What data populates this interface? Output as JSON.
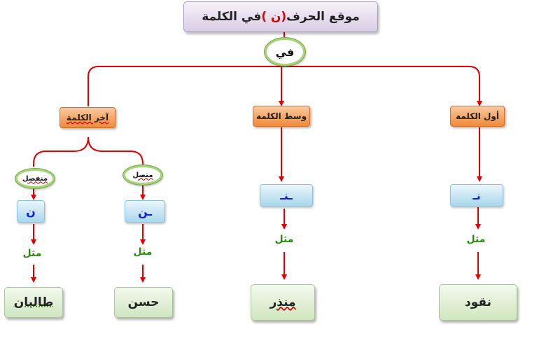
{
  "title": {
    "prefix": "موقع  الحرف ",
    "letter": "(ن )",
    "suffix": " في  الكلمة"
  },
  "connector": "في",
  "positions": {
    "first": "أول الكلمة",
    "middle": "وسط الكلمة",
    "last": "آخر الكلمة"
  },
  "subtypes": {
    "connected": "متصل",
    "separated": "منفصل"
  },
  "forms": {
    "first": "نـ",
    "middle": "ـنـ",
    "last_connected": "ـن",
    "last_separated": "ن"
  },
  "example_label": "مثل",
  "examples": {
    "first": "نقود",
    "middle": "منذر",
    "last_connected": "حسن",
    "last_separated": "طالبان"
  },
  "colors": {
    "line": "#e00000",
    "orange": "#f08a3a",
    "blue_text": "#1a1ad6",
    "green_text": "#2a8a10"
  }
}
